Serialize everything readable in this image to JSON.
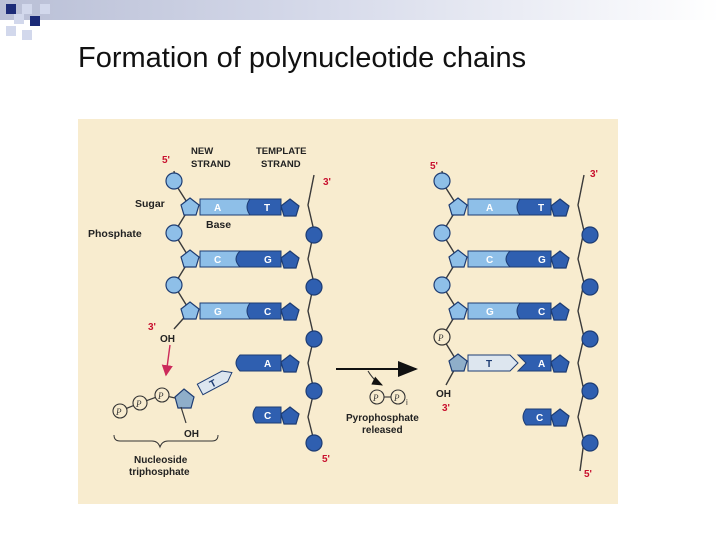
{
  "slide": {
    "title": "Formation of polynucleotide chains"
  },
  "colors": {
    "background": "#ffffff",
    "figure_bg": "#f8eccf",
    "light_blue": "#8ebfe8",
    "dark_blue": "#2f5fb0",
    "outline": "#1d3c73",
    "red_label": "#c8102e",
    "arrow_pink": "#cc2a5a"
  },
  "diagram": {
    "labels": {
      "new_strand": [
        "NEW",
        "STRAND"
      ],
      "template_strand": [
        "TEMPLATE",
        "STRAND"
      ],
      "sugar": "Sugar",
      "phosphate": "Phosphate",
      "base": "Base",
      "prime_5": "5'",
      "prime_3": "3'",
      "oh": "OH",
      "phosphate_symbol": "P",
      "pi_subscript": "i",
      "nucleoside_triphosphate": [
        "Nucleoside",
        "triphosphate"
      ],
      "pyrophosphate_released": [
        "Pyrophosphate",
        "released"
      ]
    },
    "left": {
      "pairs": [
        {
          "new": "A",
          "template": "T"
        },
        {
          "new": "C",
          "template": "G"
        },
        {
          "new": "G",
          "template": "C"
        }
      ],
      "unpaired_template": [
        "A",
        "C"
      ],
      "incoming_base": "T"
    },
    "right": {
      "pairs": [
        {
          "new": "A",
          "template": "T"
        },
        {
          "new": "C",
          "template": "G"
        },
        {
          "new": "G",
          "template": "C"
        },
        {
          "new": "T",
          "template": "A"
        }
      ],
      "unpaired_template": [
        "C"
      ]
    }
  }
}
